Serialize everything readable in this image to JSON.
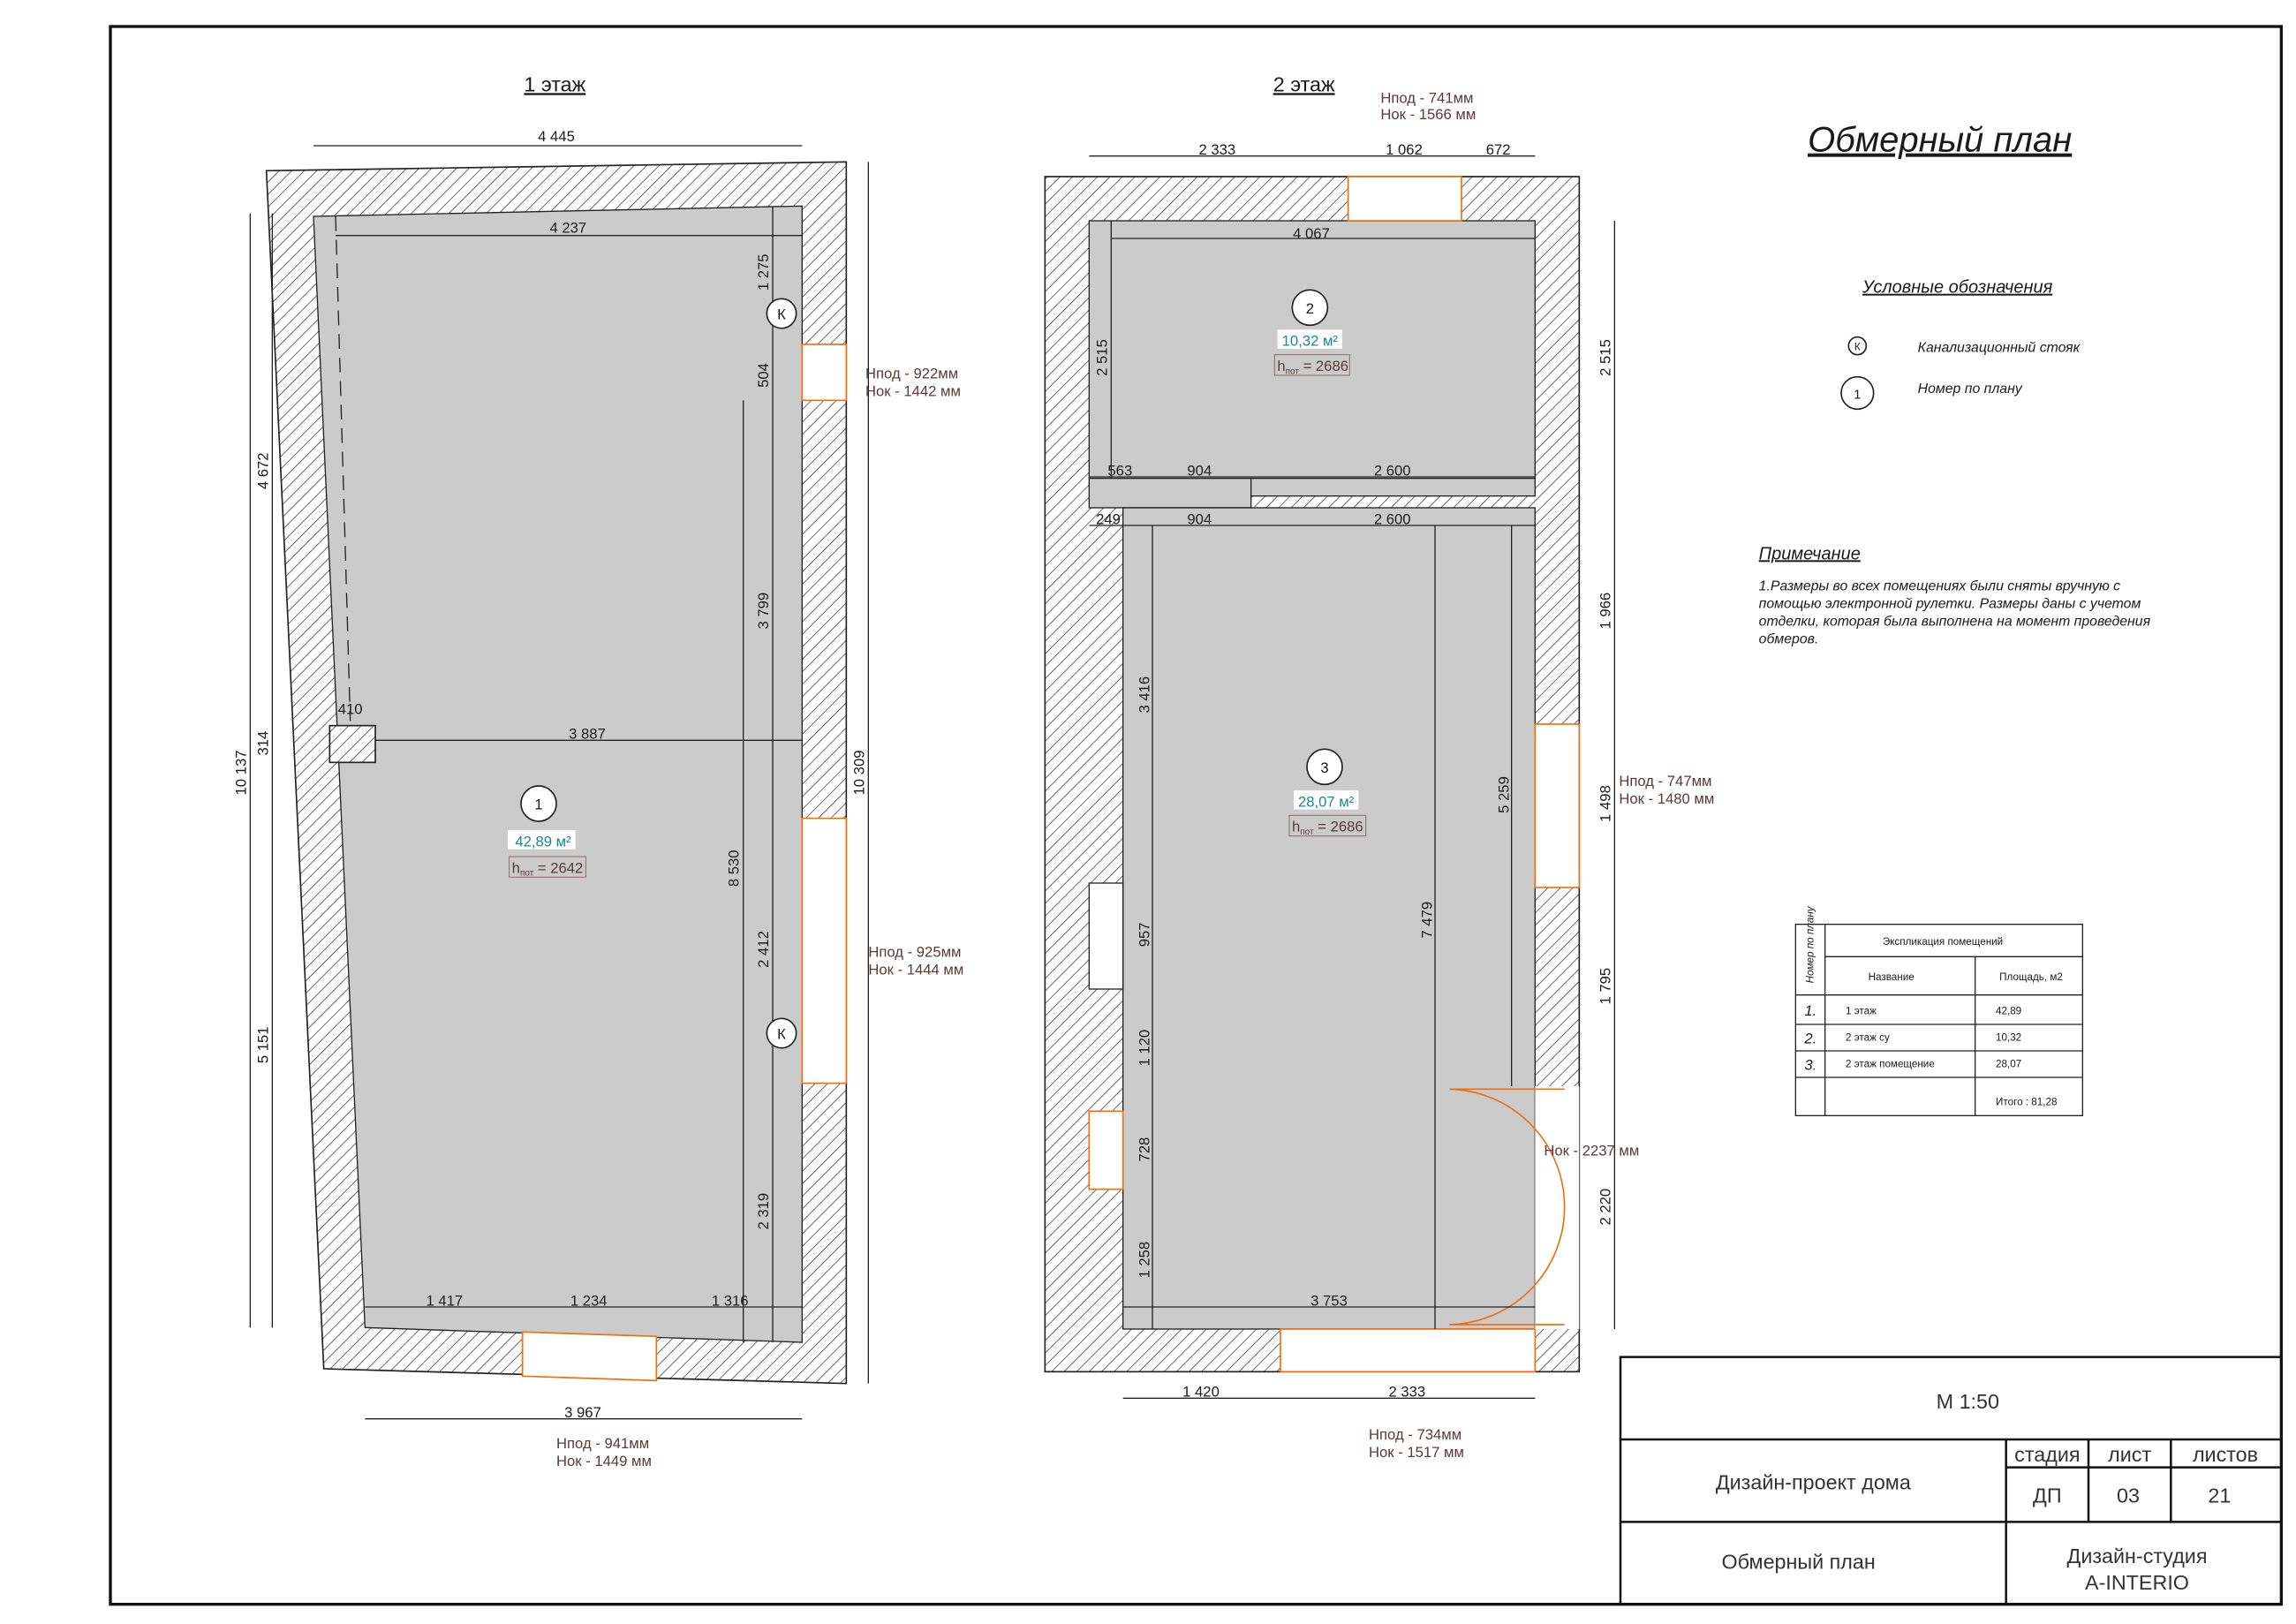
{
  "sheet_title": "Обмерный план",
  "floor1": {
    "title": "1 этаж",
    "room_no": "1",
    "area": "42,89 м²",
    "h": "h",
    "h_sub": "пот",
    "h_val": " = 2642",
    "dims": {
      "top": "4 445",
      "inner_top": "4 237",
      "mid": "3 887",
      "stub": "410",
      "stub_h": "314",
      "left_upper": "4 672",
      "left_total": "10 137",
      "left_lower": "5 151",
      "r1": "1 275",
      "r2": "504",
      "r3": "3 799",
      "r4": "8 530",
      "r5": "2 412",
      "r6": "2 319",
      "right_total": "10 309",
      "b1": "1 417",
      "b2": "1 234",
      "b3": "1 316",
      "bottom": "3 967"
    },
    "notes": {
      "w1a": "Нпод - 922мм",
      "w1b": "Нок - 1442 мм",
      "w2a": "Нпод - 925мм",
      "w2b": "Нок - 1444 мм",
      "w3a": "Нпод - 941мм",
      "w3b": "Нок - 1449 мм"
    },
    "riser": "К"
  },
  "floor2": {
    "title": "2 этаж",
    "room2": {
      "no": "2",
      "area": "10,32 м²",
      "h": "h",
      "h_sub": "пот",
      "h_val": " = 2686"
    },
    "room3": {
      "no": "3",
      "area": "28,07 м²",
      "h": "h",
      "h_sub": "пот",
      "h_val": " = 2686"
    },
    "dims": {
      "t1": "2 333",
      "t2": "1 062",
      "t3": "672",
      "inner_top": "4 067",
      "l1": "2 515",
      "r1": "2 515",
      "p1": "563",
      "p2": "904",
      "p3": "2 600",
      "q1": "249",
      "q2": "904",
      "q3": "2 600",
      "r2": "1 966",
      "l2": "3 416",
      "c1": "5 259",
      "r3": "1 498",
      "c2": "7 479",
      "l3": "957",
      "r4": "1 795",
      "l4": "1 120",
      "l5": "728",
      "r5": "2 220",
      "l6": "1 258",
      "inner_bottom": "3 753",
      "b1": "1 420",
      "b2": "2 333"
    },
    "notes": {
      "w1a": "Нпод - 741мм",
      "w1b": "Нок - 1566 мм",
      "w2a": "Нпод - 747мм",
      "w2b": "Нок - 1480 мм",
      "door": "Нок - 2237 мм",
      "w3a": "Нпод - 734мм",
      "w3b": "Нок - 1517 мм"
    }
  },
  "legend": {
    "title": "Условные обозначения",
    "riser_symbol": "К",
    "riser_label": "Канализационный стояк",
    "num_symbol": "1",
    "num_label": "Номер по плану"
  },
  "note": {
    "title": "Примечание",
    "lines": [
      "1.Размеры во всех помещениях были сняты вручную с",
      "помощью электронной рулетки. Размеры даны с учетом",
      "отделки, которая была выполнена на момент проведения",
      "обмеров."
    ]
  },
  "table": {
    "col_no": "Номер по плану",
    "title": "Экспликация помещений",
    "col_name": "Название",
    "col_area": "Площадь, м2",
    "rows": [
      {
        "no": "1.",
        "name": "1 этаж",
        "area": "42,89"
      },
      {
        "no": "2.",
        "name": "2 этаж су",
        "area": "10,32"
      },
      {
        "no": "3.",
        "name": "2 этаж помещение",
        "area": "28,07"
      }
    ],
    "total": "Итого : 81,28"
  },
  "title_block": {
    "scale": "М 1:50",
    "project": "Дизайн-проект дома",
    "stage_h": "стадия",
    "sheet_h": "лист",
    "sheets_h": "листов",
    "stage": "ДП",
    "sheet": "03",
    "sheets": "21",
    "drawing": "Обмерный план",
    "studio1": "Дизайн-студия",
    "studio2": "A-INTERIO"
  }
}
